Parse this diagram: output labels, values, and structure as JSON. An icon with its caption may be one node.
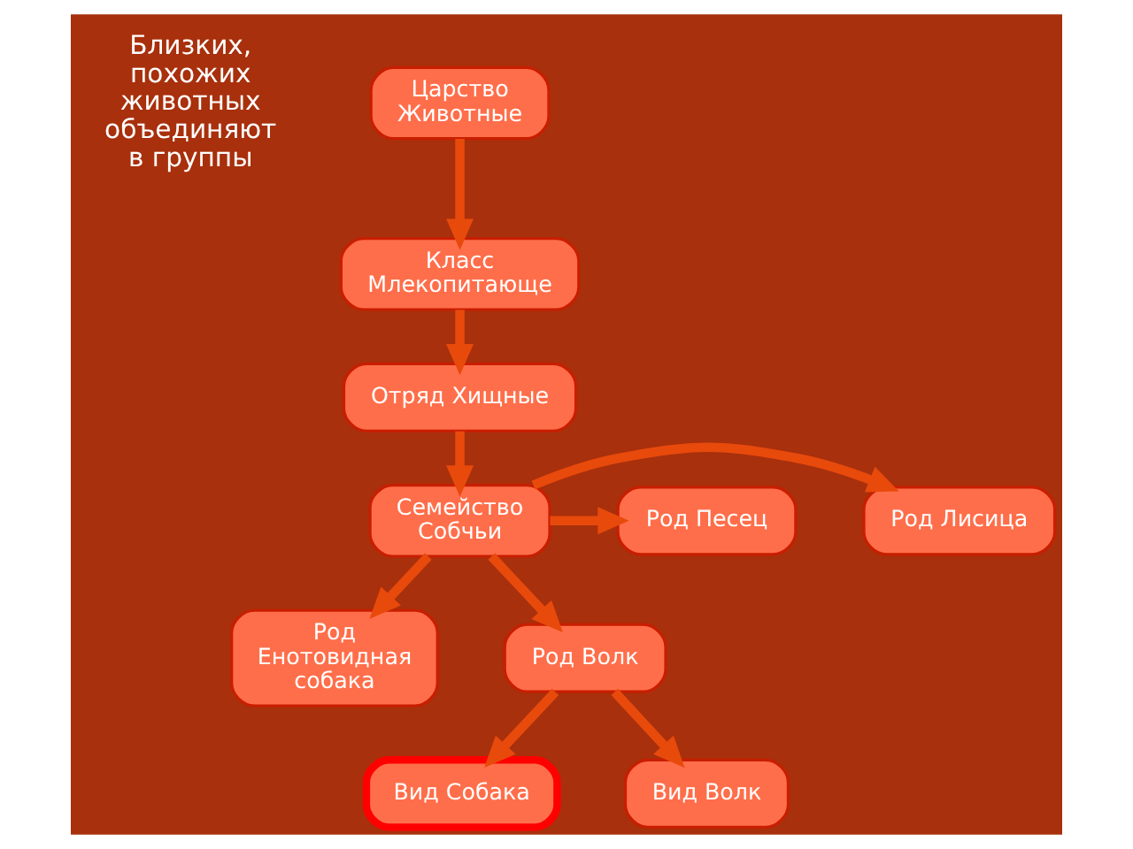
{
  "diagram": {
    "nodes": [
      {
        "text": [
          "Царство Животные"
        ]
      },
      {
        "text": [
          "Класс Млекопитающе"
        ]
      },
      {
        "text": [
          "Отряд Хищные"
        ]
      },
      {
        "text": [
          "Род Лисица"
        ]
      },
      {
        "text": [
          "Семейство Собчьи"
        ]
      },
      {
        "text": [
          "Род Песец"
        ]
      },
      {
        "text": [
          "Род Енотовидная собака"
        ]
      },
      {
        "text": [
          "Род Волк"
        ]
      },
      {
        "text": [
          "Вид Собака"
        ]
      },
      {
        "text": [
          "Вид Волк"
        ]
      }
    ],
    "edges": [
      {
        "from": 0,
        "to": 1,
        "arrow": "to"
      },
      {
        "from": 1,
        "to": 2,
        "arrow": "to"
      },
      {
        "from": 2,
        "to": 4,
        "arrow": "to"
      },
      {
        "from": 4,
        "to": 3,
        "arrow": "to"
      },
      {
        "from": 4,
        "to": 5,
        "arrow": "to"
      },
      {
        "from": 4,
        "to": 6,
        "arrow": "to"
      },
      {
        "from": 4,
        "to": 7,
        "arrow": "to"
      },
      {
        "from": 7,
        "to": 8,
        "arrow": "to"
      },
      {
        "from": 7,
        "to": 9,
        "arrow": "to"
      }
    ],
    "labels": [
      "Близких, похожих животных объединяют в группы"
    ]
  }
}
